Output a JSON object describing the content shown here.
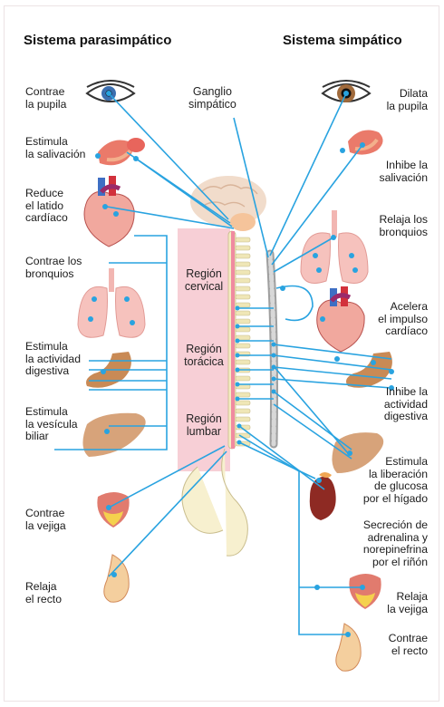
{
  "titles": {
    "parasympathetic": "Sistema parasimpático",
    "sympathetic": "Sistema simpático"
  },
  "center_label": "Ganglio\nsimpático",
  "regions": {
    "cervical": "Región\ncervical",
    "thoracic": "Región\ntorácica",
    "lumbar": "Región\nlumbar"
  },
  "left_labels": {
    "pupil": "Contrae\nla pupila",
    "saliva": "Estimula\nla salivación",
    "heart": "Reduce\nel latido\ncardíaco",
    "bronchi": "Contrae los\nbronquios",
    "digestion": "Estimula\nla actividad\ndigestiva",
    "gallbladder": "Estimula\nla vesícula\nbiliar",
    "bladder": "Contrae\nla vejiga",
    "rectum": "Relaja\nel recto"
  },
  "right_labels": {
    "pupil": "Dilata\nla pupila",
    "saliva": "Inhibe la\nsalivación",
    "bronchi": "Relaja los\nbronquios",
    "heart": "Acelera\nel impulso\ncardíaco",
    "digestion": "Inhibe la\nactividad\ndigestiva",
    "glucose": "Estimula\nla liberación\nde glucosa\npor el hígado",
    "adrenaline": "Secreción de\nadrenalina y\nnorepinefrina\npor el riñón",
    "bladder": "Relaja\nla vejiga",
    "rectum": "Contrae\nel recto"
  },
  "colors": {
    "nerve_line": "#29a3e0",
    "region_panel": "#f7cfd6",
    "spinal_cord": "#f08aa0",
    "bone": "#f4ecc0",
    "organ_red": "#e05a55",
    "liver": "#d7a37a",
    "stomach": "#c98a55"
  }
}
